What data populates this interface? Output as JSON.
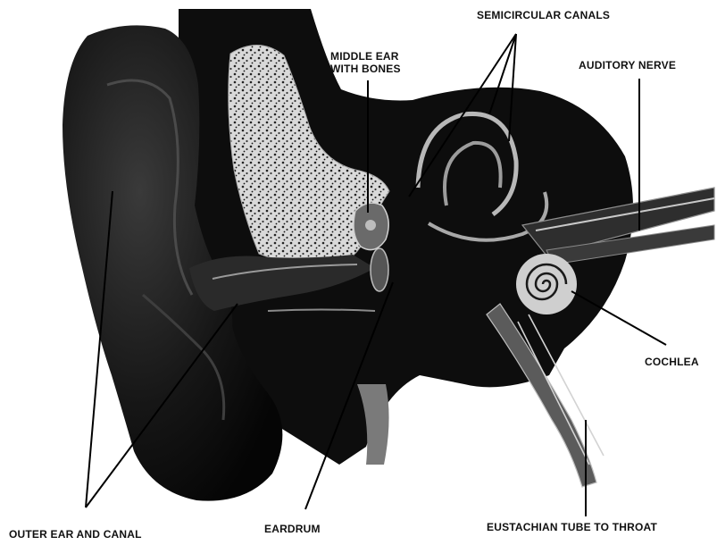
{
  "diagram": {
    "labels": {
      "semicircular_canals": "SEMICIRCULAR CANALS",
      "middle_ear": [
        "MIDDLE EAR",
        "WITH BONES"
      ],
      "auditory_nerve": "AUDITORY NERVE",
      "cochlea": "COCHLEA",
      "outer_ear": "OUTER EAR AND CANAL",
      "eardrum": "EARDRUM",
      "eustachian_tube": "EUSTACHIAN TUBE TO THROAT"
    },
    "colors": {
      "ink": "#0c0c0c",
      "bone": "#d2d2d2",
      "tissue": "#5a5a5a",
      "background": "#ffffff"
    }
  }
}
